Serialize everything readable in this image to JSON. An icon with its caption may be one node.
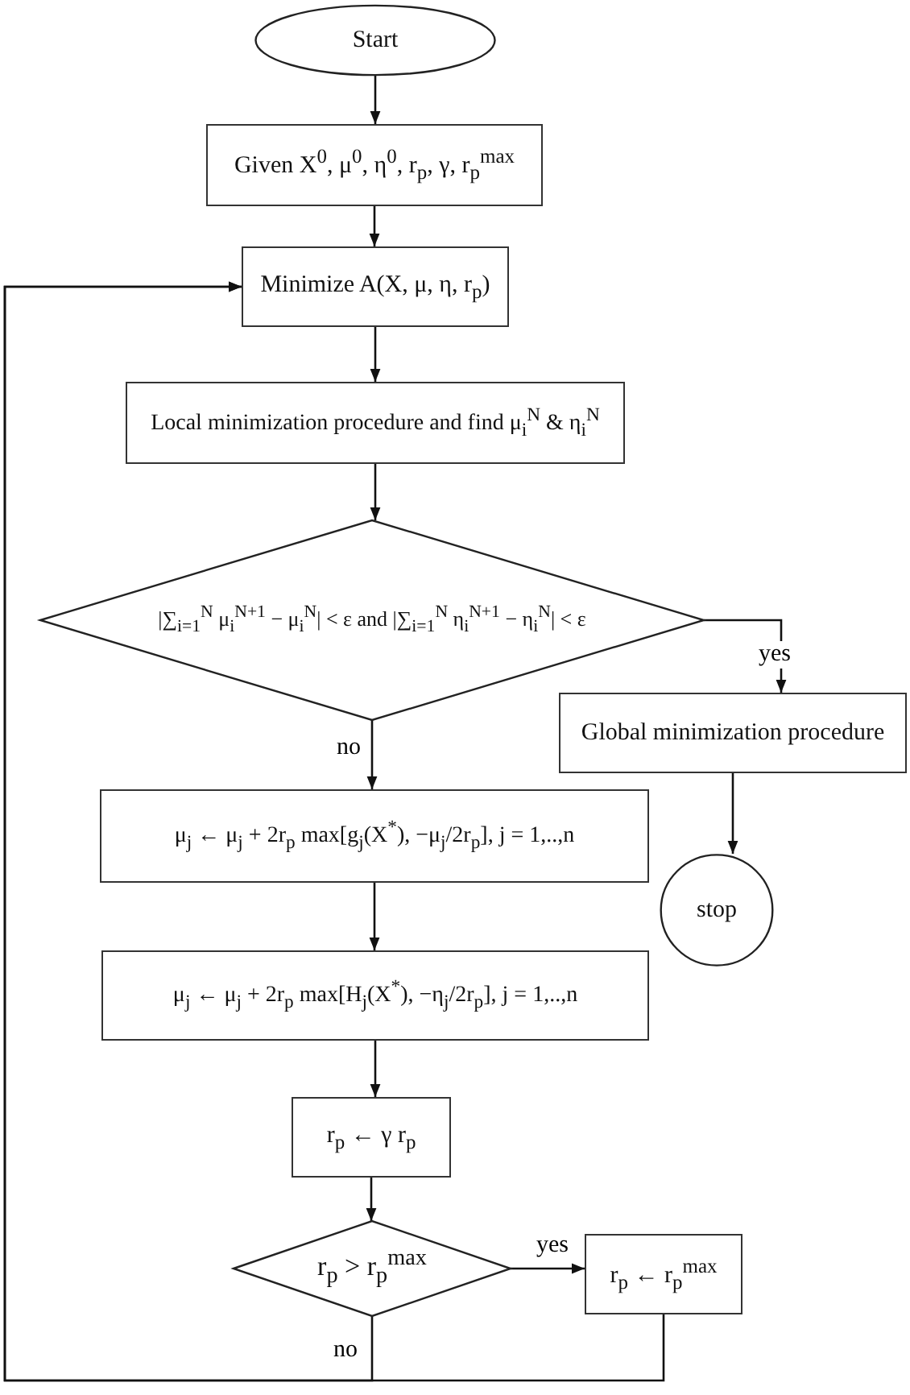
{
  "diagram": {
    "nodes": [
      {
        "text": [
          "Start"
        ]
      },
      {
        "text": [
          "Given  X$^{0}$, μ$^{0}$, η$^{0}$, r$_{p}$, γ, r$_{p}$$^{max}$"
        ]
      },
      {
        "text": [
          "Minimize A(X, μ, η, r$_{p}$)"
        ]
      },
      {
        "text": [
          "Local minimization procedure and find μ$_{i}$$^{N}$ & η$_{i}$$^{N}$"
        ]
      },
      {
        "text": [
          "|∑$_{i=1}$$^{N}$ μ$_{i}$$^{N+1}$ − μ$_{i}$$^{N}$| < ε and |∑$_{i=1}$$^{N}$ η$_{i}$$^{N+1}$ − η$_{i}$$^{N}$| < ε"
        ]
      },
      {
        "text": [
          "Global minimization procedure"
        ]
      },
      {
        "text": [
          "stop"
        ]
      },
      {
        "text": [
          "μ$_{j}$ ← μ$_{j}$ + 2r$_{p}$ max[g$_{j}$(X$^{*}$), −μ$_{j}$/2r$_{p}$], j = 1,..,n"
        ]
      },
      {
        "text": [
          "μ$_{j}$ ← μ$_{j}$ + 2r$_{p}$ max[H$_{j}$(X$^{*}$), −η$_{j}$/2r$_{p}$], j = 1,..,n"
        ]
      },
      {
        "text": [
          "r$_{p}$ ← γ r$_{p}$"
        ]
      },
      {
        "text": [
          "r$_{p}$  >  r$_{p}$$^{max}$"
        ]
      },
      {
        "text": [
          "r$_{p}$ ← r$_{p}$$^{max}$"
        ]
      }
    ],
    "edges": [
      {
        "from": 0,
        "to": 1,
        "arrow": "to"
      },
      {
        "from": 1,
        "to": 2,
        "arrow": "to"
      },
      {
        "from": 2,
        "to": 3,
        "arrow": "to"
      },
      {
        "from": 3,
        "to": 4,
        "arrow": "to"
      },
      {
        "from": 4,
        "to": 5,
        "arrow": "to",
        "label": "yes"
      },
      {
        "from": 5,
        "to": 6,
        "arrow": "to"
      },
      {
        "from": 4,
        "to": 7,
        "arrow": "to",
        "label": "no"
      },
      {
        "from": 7,
        "to": 8,
        "arrow": "to"
      },
      {
        "from": 8,
        "to": 9,
        "arrow": "to"
      },
      {
        "from": 9,
        "to": 10,
        "arrow": "to"
      },
      {
        "from": 10,
        "to": 11,
        "arrow": "to",
        "label": "yes"
      },
      {
        "from": 10,
        "to": 2,
        "arrow": "to",
        "label": "no"
      },
      {
        "from": 11,
        "to": 2,
        "arrow": "to"
      }
    ]
  }
}
